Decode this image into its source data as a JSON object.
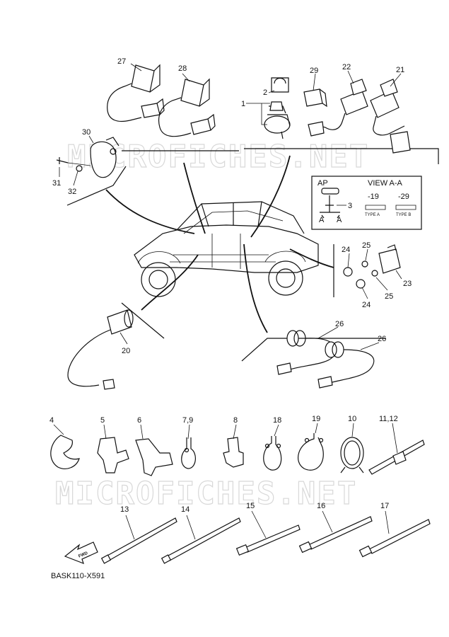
{
  "watermark": "MICROFICHES.NET",
  "code": "BASK110-X591",
  "fwd": "FWD",
  "view_box": {
    "ap": "AP",
    "title": "VIEW A-A",
    "v19": "-19",
    "v29": "-29",
    "typeA": "TYPE A",
    "typeB": "TYPE B",
    "a1": "A",
    "a2": "A",
    "ref": "3"
  },
  "callouts": {
    "c27": "27",
    "c28": "28",
    "c29": "29",
    "c22": "22",
    "c21": "21",
    "c1": "1",
    "c2": "2",
    "c30": "30",
    "c31": "31",
    "c32": "32",
    "c24a": "24",
    "c25a": "25",
    "c23": "23",
    "c24b": "24",
    "c25b": "25",
    "c20": "20",
    "c26a": "26",
    "c26b": "26",
    "c4": "4",
    "c5": "5",
    "c6": "6",
    "c79": "7,9",
    "c8": "8",
    "c18": "18",
    "c19": "19",
    "c10": "10",
    "c1112": "11,12",
    "c13": "13",
    "c14": "14",
    "c15": "15",
    "c16": "16",
    "c17": "17"
  }
}
